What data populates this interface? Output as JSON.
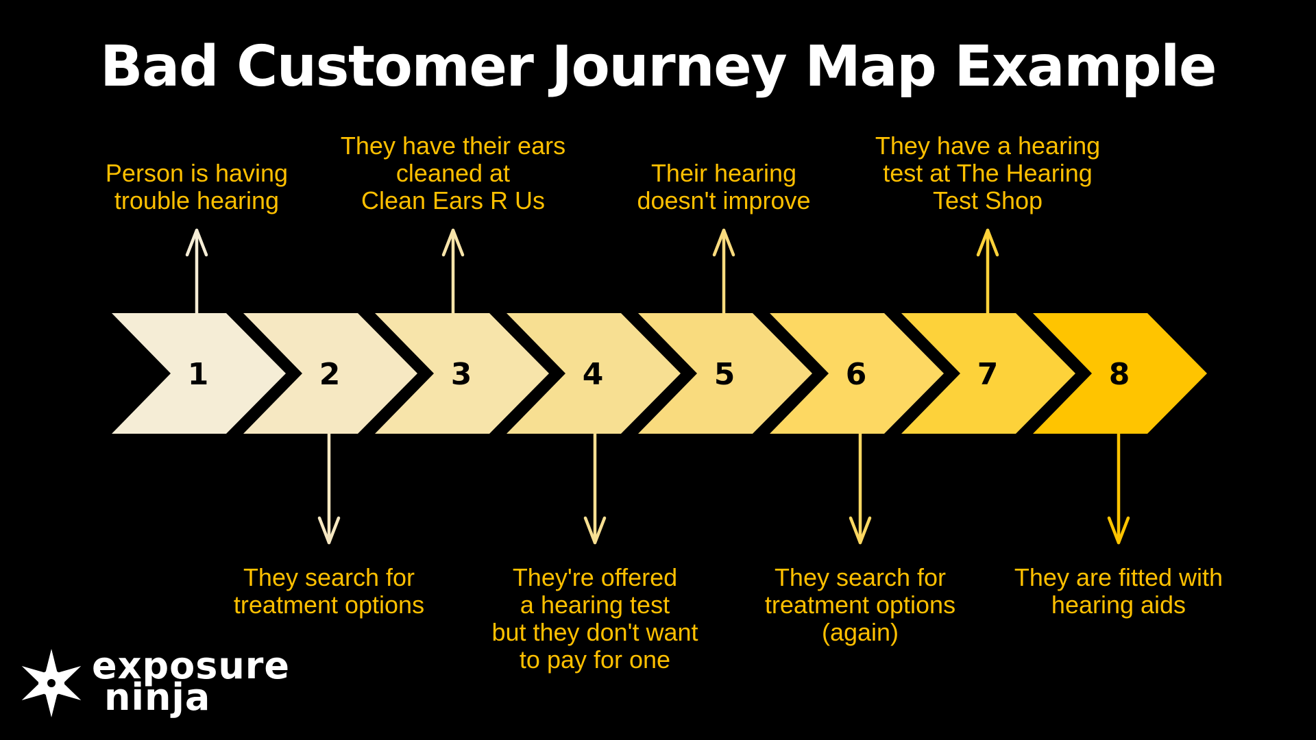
{
  "title": "Bad Customer Journey Map Example",
  "label_color": "#FFC000",
  "background_color": "#000000",
  "steps": [
    {
      "number": "1",
      "label": "Person is having\ntrouble hearing",
      "position": "top",
      "color": "#F5EDD6"
    },
    {
      "number": "2",
      "label": "They search for\ntreatment options",
      "position": "bottom",
      "color": "#F6E8C2"
    },
    {
      "number": "3",
      "label": "They have their ears\ncleaned at\nClean Ears R Us",
      "position": "top",
      "color": "#F7E4AA"
    },
    {
      "number": "4",
      "label": "They're offered\na hearing test\nbut they don't want\nto pay for one",
      "position": "bottom",
      "color": "#F7DF92"
    },
    {
      "number": "5",
      "label": "Their hearing\ndoesn't improve",
      "position": "top",
      "color": "#F9DB7E"
    },
    {
      "number": "6",
      "label": "They search for\ntreatment options\n(again)",
      "position": "bottom",
      "color": "#FDD862"
    },
    {
      "number": "7",
      "label": "They have a hearing\ntest at The Hearing\nTest Shop",
      "position": "top",
      "color": "#FDD23A"
    },
    {
      "number": "8",
      "label": "They are fitted with\nhearing aids",
      "position": "bottom",
      "color": "#FFC400"
    }
  ],
  "logo": {
    "icon": "shuriken-icon",
    "line1": "exposure",
    "line2": "ninja"
  }
}
